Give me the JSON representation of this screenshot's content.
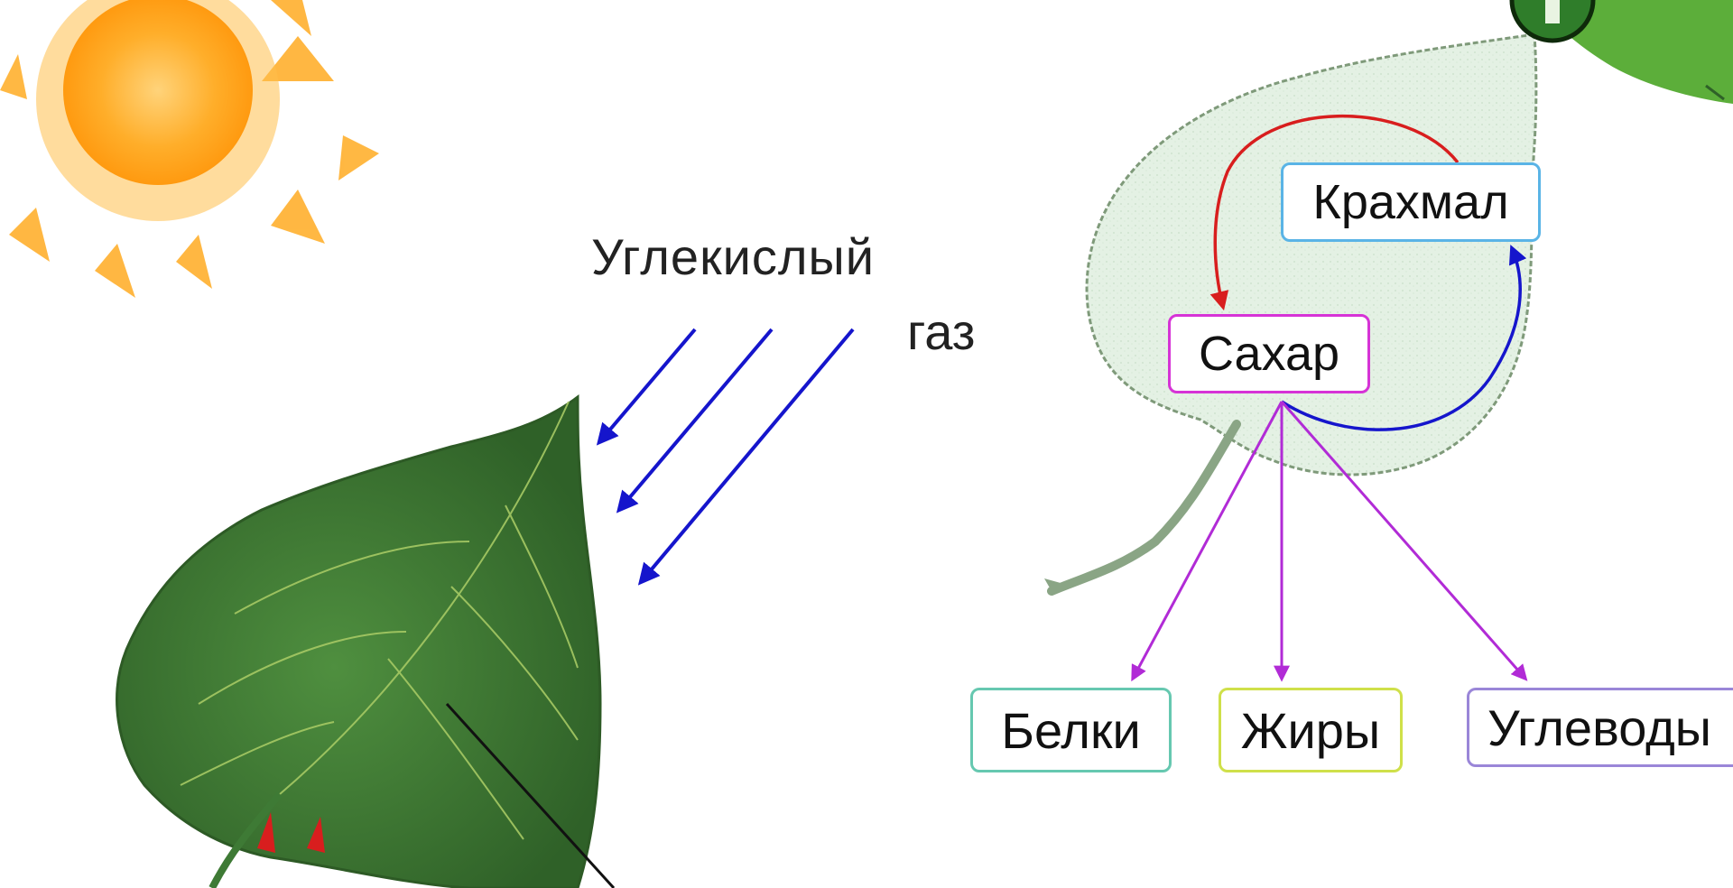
{
  "gas_label": {
    "line1": "Углекислый",
    "line2": "газ"
  },
  "boxes": {
    "starch": "Крахмал",
    "sugar": "Сахар",
    "proteins": "Белки",
    "fats": "Жиры",
    "carbohydrates": "Углеводы"
  },
  "colors": {
    "starch_border": "#5ab4e6",
    "sugar_border": "#d633d6",
    "proteins_border": "#66c8b0",
    "fats_border": "#cfe04a",
    "carbohydrates_border": "#9a86d8",
    "co2_arrows": "#1515cc",
    "starch_to_sugar_arrow": "#d81e1e",
    "sugar_to_starch_arrow": "#1515cc",
    "product_arrows": "#b12bd6",
    "leaf_green": "#3e7a35",
    "sun": "#ffa31a"
  },
  "icons": [
    "sun-icon",
    "leaf-icon",
    "leaf-outline-icon",
    "corner-leaf-button-icon"
  ]
}
